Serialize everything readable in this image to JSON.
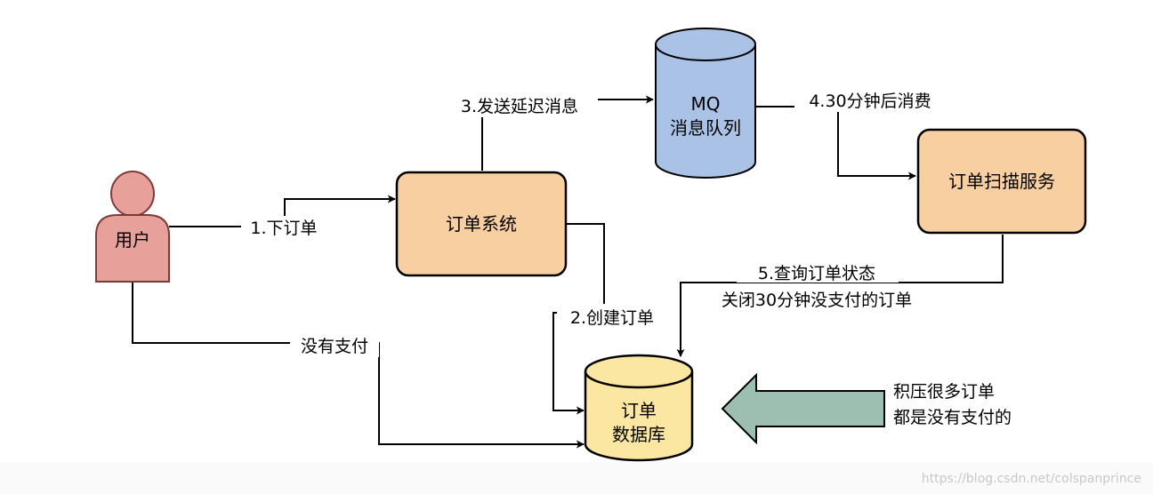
{
  "nodes": {
    "user": {
      "label": "用户",
      "color": "#e8a09b",
      "stroke": "#7f3a37"
    },
    "order_system": {
      "label": "订单系统",
      "color": "#f7cfa1"
    },
    "mq": {
      "line1": "MQ",
      "line2": "消息队列",
      "color": "#a9c2e6"
    },
    "scan_service": {
      "label": "订单扫描服务",
      "color": "#f7cfa1"
    },
    "db": {
      "line1": "订单",
      "line2": "数据库",
      "color": "#fbe6a2"
    }
  },
  "edges": {
    "place_order": "1.下订单",
    "create_order": "2.创建订单",
    "send_delayed": "3.发送延迟消息",
    "consume_30min": "4.30分钟后消费",
    "query_line1": "5.查询订单状态",
    "query_line2": "关闭30分钟没支付的订单",
    "no_payment": "没有支付"
  },
  "annotation": {
    "line1": "积压很多订单",
    "line2": "都是没有支付的",
    "arrow_color": "#9cbfb1"
  },
  "watermark": "https://blog.csdn.net/colspanprince"
}
